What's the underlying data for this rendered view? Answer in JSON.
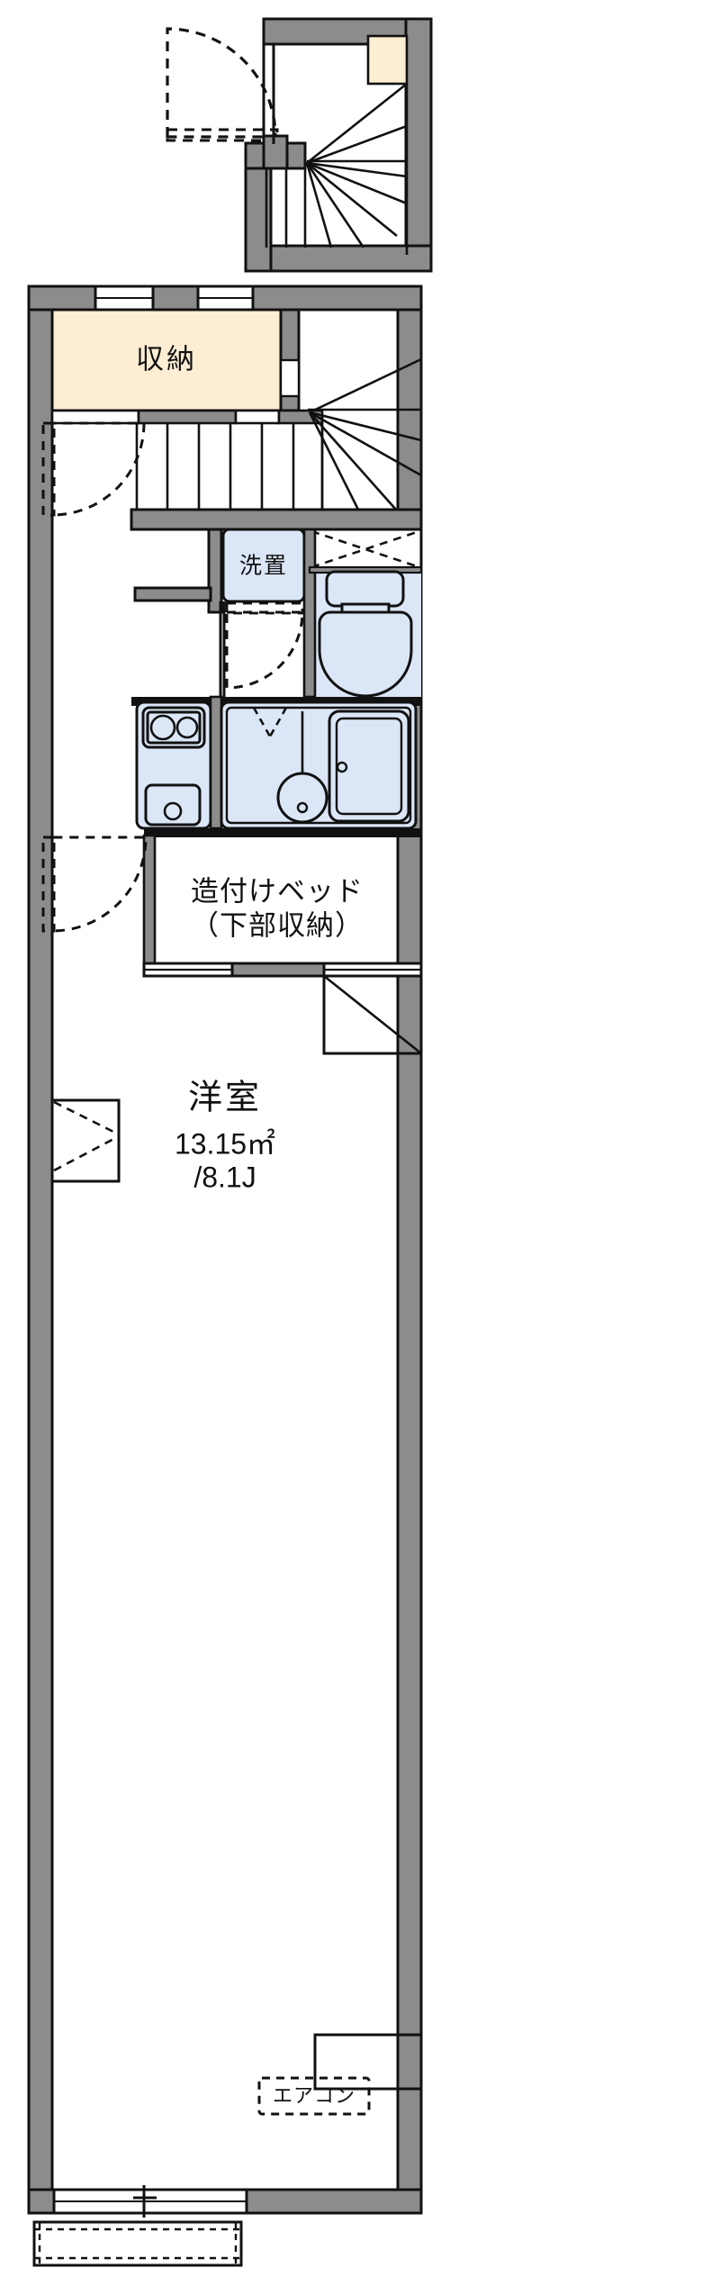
{
  "document": {
    "kind": "floor-plan",
    "language": "ja",
    "background_color": "#ffffff"
  },
  "palette": {
    "wall_fill": "#8c8c8c",
    "wall_stroke": "#111111",
    "storage_fill": "#fdeed3",
    "fixture_fill": "#dbe6f7",
    "fixture_stroke": "#111111",
    "line": "#111111",
    "room_fill": "#ffffff"
  },
  "upper_plan": {
    "name": "entrance-and-stair-plan",
    "door_swing": "entry-door-swing",
    "stair": "winder-staircase",
    "storage_niche": "upper-storage-niche"
  },
  "main_plan": {
    "name": "main-unit-plan"
  },
  "labels": {
    "storage": "収納",
    "laundry": "洗置",
    "built_in_bed_line1": "造付けベッド",
    "built_in_bed_line2": "（下部収納）",
    "room_name": "洋室",
    "room_area": "13.15㎡",
    "room_tatami": "/8.1J",
    "aircon": "エアコン"
  },
  "fixtures": {
    "toilet": "western-toilet",
    "stove_burners": 2,
    "kitchen_sink": "single-bowl-sink",
    "wash_basin": "round-wash-basin",
    "bathtub": "bathtub",
    "entry_closet": "entry-closet"
  }
}
